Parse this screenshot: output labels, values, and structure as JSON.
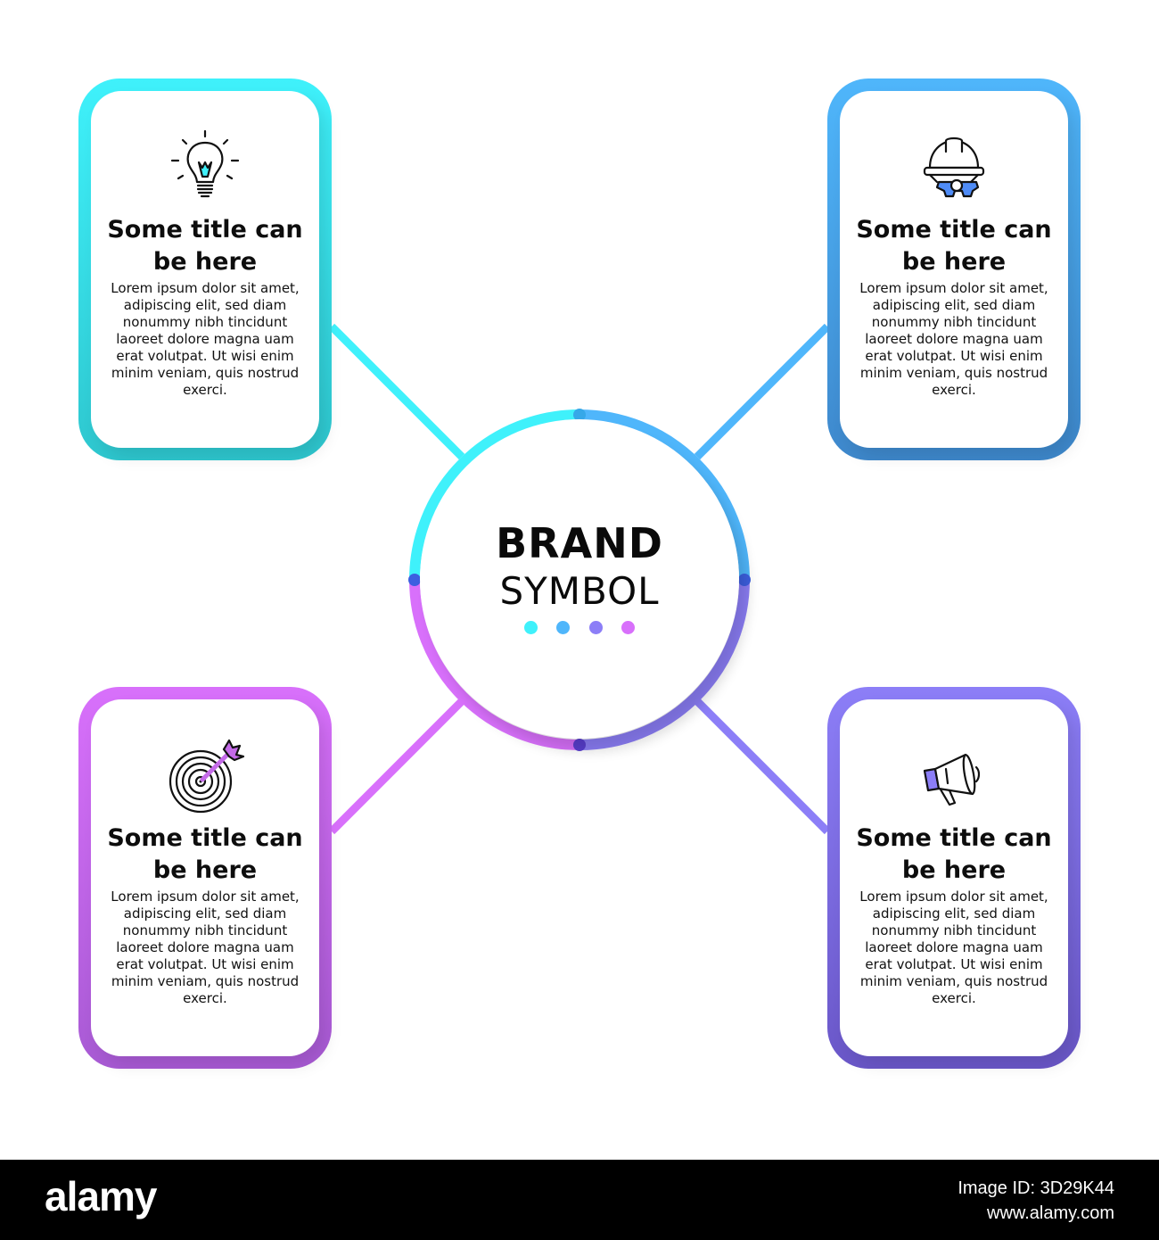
{
  "center": {
    "brand": "BRAND",
    "symbol": "SYMBOL",
    "dot_colors": [
      "#3ff1fb",
      "#4fb6fb",
      "#8c7ef7",
      "#d870fb"
    ]
  },
  "cards": [
    {
      "icon": "lightbulb-icon",
      "color": "#3ff1fb",
      "title": "Some title can be here",
      "body": "Lorem ipsum dolor sit amet, adipiscing elit, sed diam nonummy nibh tincidunt laoreet dolore magna uam erat volutpat. Ut wisi enim minim veniam, quis nostrud exerci."
    },
    {
      "icon": "helmet-gear-icon",
      "color": "#4fb6fb",
      "title": "Some title can be here",
      "body": "Lorem ipsum dolor sit amet, adipiscing elit, sed diam nonummy nibh tincidunt laoreet dolore magna uam erat volutpat. Ut wisi enim minim veniam, quis nostrud exerci."
    },
    {
      "icon": "target-arrow-icon",
      "color": "#d870fb",
      "title": "Some title can be here",
      "body": "Lorem ipsum dolor sit amet, adipiscing elit, sed diam nonummy nibh tincidunt laoreet dolore magna uam erat volutpat. Ut wisi enim minim veniam, quis nostrud exerci."
    },
    {
      "icon": "megaphone-icon",
      "color": "#8c7ef7",
      "title": "Some title can be here",
      "body": "Lorem ipsum dolor sit amet, adipiscing elit, sed diam nonummy nibh tincidunt laoreet dolore magna uam erat volutpat. Ut wisi enim minim veniam, quis nostrud exerci."
    }
  ],
  "footer": {
    "logo": "alamy",
    "image_id": "Image ID: 3D29K44",
    "url": "www.alamy.com"
  }
}
